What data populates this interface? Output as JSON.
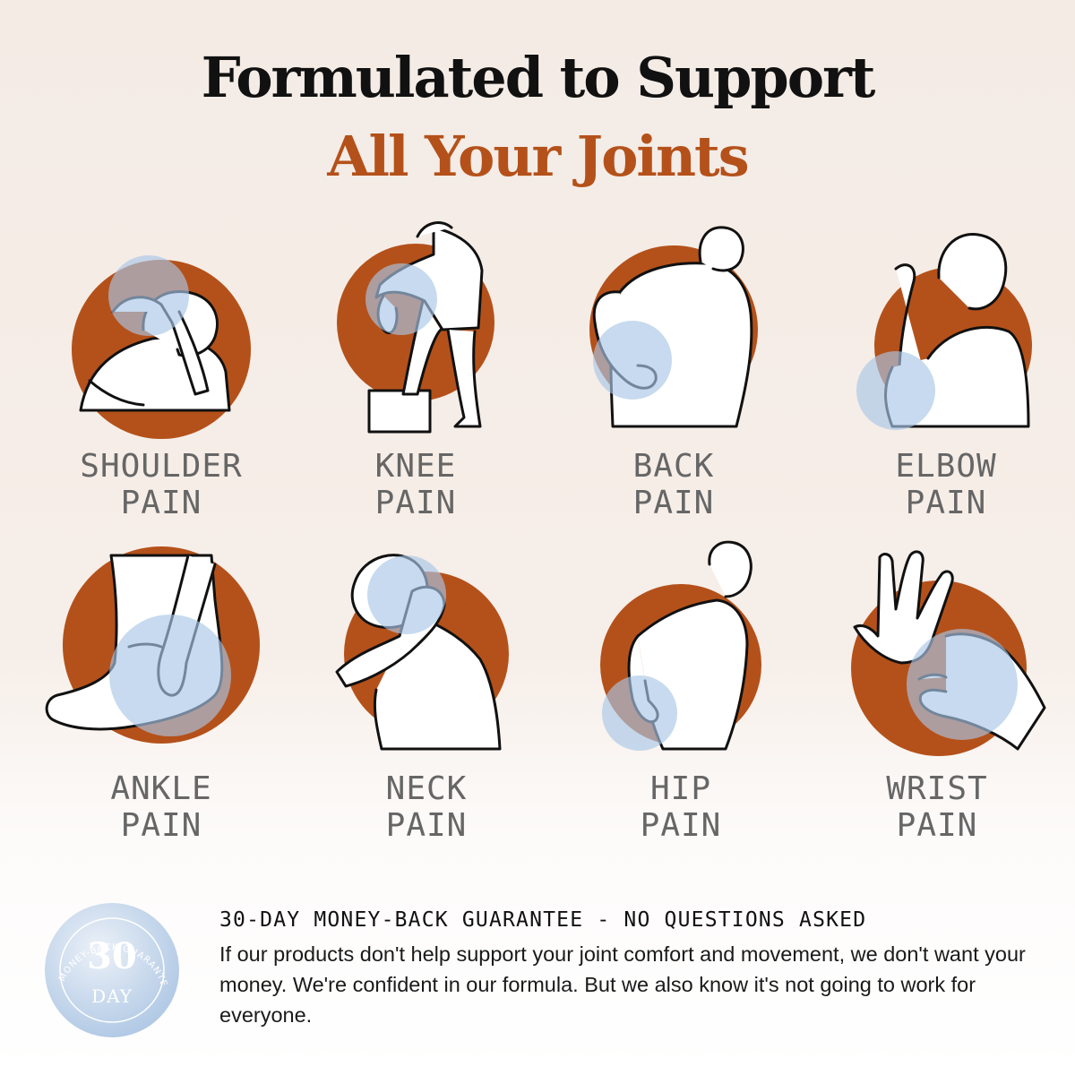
{
  "header": {
    "title_line1": "Formulated to Support",
    "title_line2": "All Your Joints"
  },
  "colors": {
    "accent": "#b4511a",
    "highlight": "#a9c6e6",
    "label": "#666666"
  },
  "joints": [
    {
      "line1": "SHOULDER",
      "line2": "PAIN",
      "icon": "shoulder-pain-illustration"
    },
    {
      "line1": "KNEE",
      "line2": "PAIN",
      "icon": "knee-pain-illustration"
    },
    {
      "line1": "BACK",
      "line2": "PAIN",
      "icon": "back-pain-illustration"
    },
    {
      "line1": "ELBOW",
      "line2": "PAIN",
      "icon": "elbow-pain-illustration"
    },
    {
      "line1": "ANKLE",
      "line2": "PAIN",
      "icon": "ankle-pain-illustration"
    },
    {
      "line1": "NECK",
      "line2": "PAIN",
      "icon": "neck-pain-illustration"
    },
    {
      "line1": "HIP",
      "line2": "PAIN",
      "icon": "hip-pain-illustration"
    },
    {
      "line1": "WRIST",
      "line2": "PAIN",
      "icon": "wrist-pain-illustration"
    }
  ],
  "guarantee": {
    "badge_arc_text": "MONEY-BACK GUARANTEE",
    "badge_number": "30",
    "badge_unit": "DAY",
    "heading": "30-DAY MONEY-BACK GUARANTEE - NO QUESTIONS ASKED",
    "body": "If our products don't help support your joint comfort and movement, we don't want your money. We're confident in our formula. But we also know it's not going to work for everyone."
  }
}
